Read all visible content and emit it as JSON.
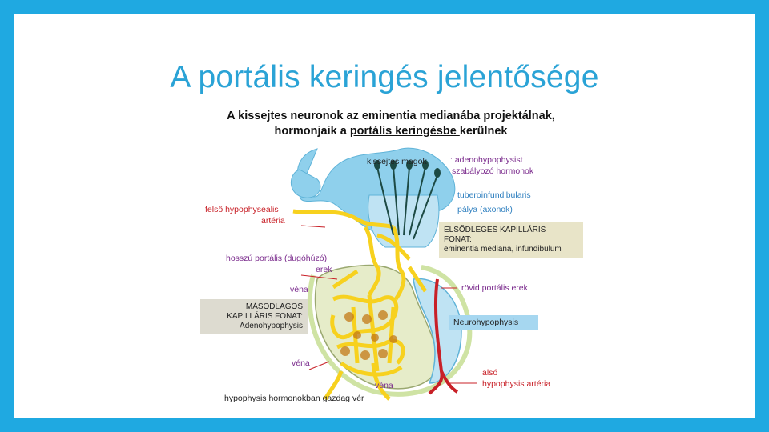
{
  "slide": {
    "title": "A portális keringés jelentősége"
  },
  "figure": {
    "caption_line1": "A kissejtes neuronok az eminentia medianába projektálnak,",
    "caption_line2_pre": "hormonjaik a ",
    "caption_line2_underlined": "portális keringésbe ",
    "caption_line2_post": "kerülnek",
    "labels": {
      "kissejtes_magok": "kissejtes magok",
      "adeno_reg_1": ": adenohypophysist",
      "adeno_reg_2": "szabályozó hormonok",
      "tubero_1": "tuberoinfundibularis",
      "tubero_2": "pálya (axonok)",
      "felso_1": "felső hypophysealis",
      "felso_2": "artéria",
      "hosszu_1": "hosszú portális (dugóhúzó)",
      "hosszu_2": "erek",
      "vena_1": "véna",
      "vena_2": "véna",
      "vena_3": "véna",
      "rovid": "rövid portális erek",
      "also_1": "alsó",
      "also_2": "hypophysis  artéria",
      "bottom": "hypophysis hormonokban gazdag vér"
    },
    "primary_box": {
      "line1": "ELSŐDLEGES KAPILLÁRIS",
      "line2": "FONAT:",
      "line3": "eminentia mediana, infundibulum"
    },
    "secondary_box": {
      "line1": "MÁSODLAGOS",
      "line2": "KAPILLÁRIS FONAT:",
      "line3": "Adenohypophysis"
    },
    "neuro_label": "Neurohypophysis",
    "colors": {
      "frame": "#1fa9e1",
      "title": "#2aa3d6",
      "tissue_blue": "#8fd0ec",
      "vessel_yellow": "#f7d11e",
      "artery_red": "#c82027",
      "gland_bg": "#e6ecc9"
    }
  }
}
